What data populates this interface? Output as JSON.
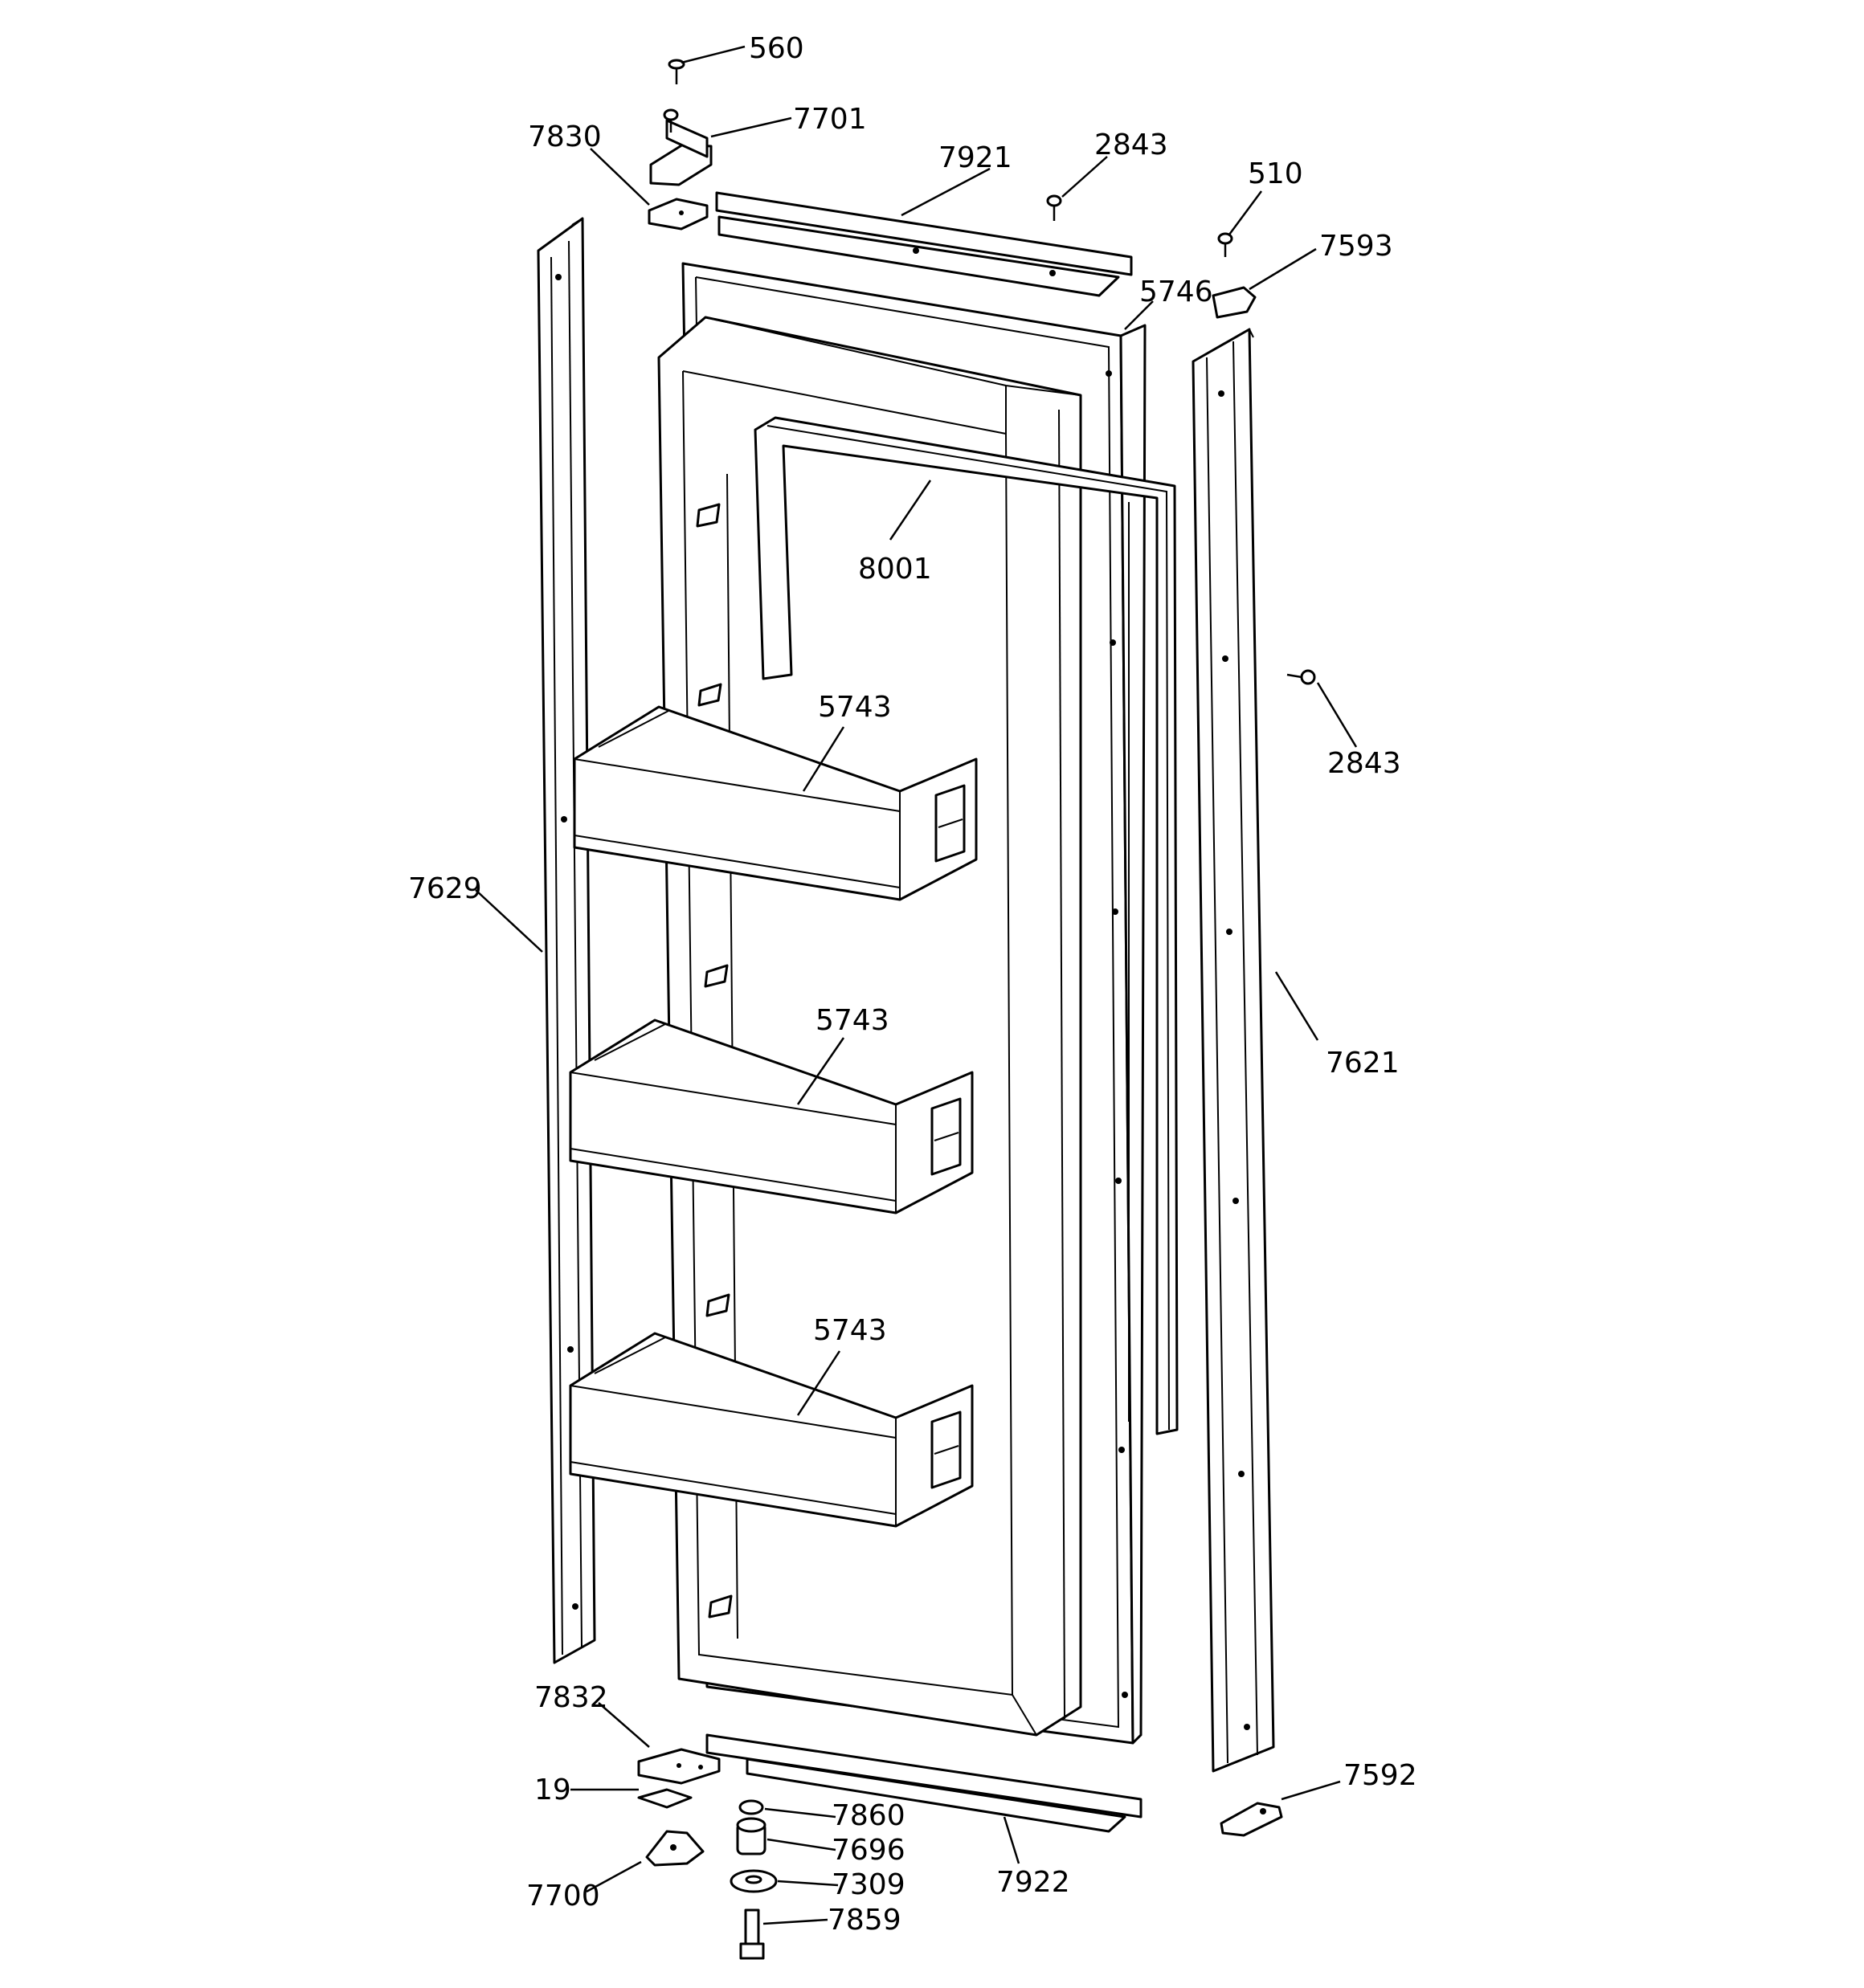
{
  "labels": {
    "l560": "560",
    "l7701": "7701",
    "l7830": "7830",
    "l7921": "7921",
    "l2843a": "2843",
    "l510": "510",
    "l7593": "7593",
    "l5746": "5746",
    "l8001": "8001",
    "l2843b": "2843",
    "l5743a": "5743",
    "l5743b": "5743",
    "l5743c": "5743",
    "l7629": "7629",
    "l7621": "7621",
    "l7832": "7832",
    "l19": "19",
    "l7860": "7860",
    "l7696": "7696",
    "l7309": "7309",
    "l7859": "7859",
    "l7700": "7700",
    "l7922": "7922",
    "l7592": "7592"
  }
}
